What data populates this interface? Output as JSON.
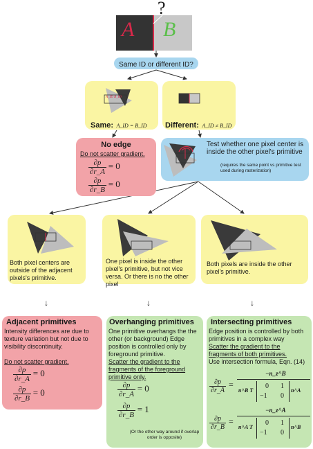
{
  "top": {
    "question_mark": "?",
    "letter_a": "A",
    "letter_b": "B",
    "question": "Same ID or different ID?"
  },
  "same": {
    "label": "Same:",
    "formula": "A_ID = B_ID",
    "tile_a": "A_ID",
    "tile_b": "B_ID"
  },
  "different": {
    "label": "Different:",
    "formula": "A_ID ≠ B_ID"
  },
  "no_edge": {
    "title": "No edge",
    "instruction": "Do not scatter gradient.",
    "eq1_num": "∂p",
    "eq1_den": "∂r_A",
    "eq1_rhs": "= 0",
    "eq2_num": "∂p",
    "eq2_den": "∂r_B",
    "eq2_rhs": "= 0"
  },
  "test": {
    "text": "Test whether one pixel center is inside the other pixel's primitive",
    "note": "(requires the same point vs primitive test used during rasterization)"
  },
  "cases": [
    {
      "caption": "Both pixel centers are outside of the adjacent pixels's primitive."
    },
    {
      "caption": "One pixel is inside the other pixel's primitive, but not vice versa. Or there is no the other pixel"
    },
    {
      "caption": "Both pixels are inside the other pixel's primitive."
    }
  ],
  "arrow_glyph": "↓",
  "adjacent": {
    "title": "Adjacent primitives",
    "body": "Intensity differences are due to texture variation but not due to visibility discontinuity.",
    "instruction": "Do not scatter gradient.",
    "eq1_num": "∂p",
    "eq1_den": "∂r_A",
    "eq1_rhs": "= 0",
    "eq2_num": "∂p",
    "eq2_den": "∂r_B",
    "eq2_rhs": "= 0"
  },
  "overhanging": {
    "title": "Overhanging primitives",
    "body": "One primitive overhangs the the other (or background) Edge position is controlled only by foreground primitive.",
    "instruction": "Scatter the gradient to the fragments of the foreground primitive only.",
    "eq1_num": "∂p",
    "eq1_den": "∂r_A",
    "eq1_rhs": "= 0",
    "eq2_num": "∂p",
    "eq2_den": "∂r_B",
    "eq2_rhs": "= 1",
    "note": "(Or the other way around if overlap order is opposite)"
  },
  "intersecting": {
    "title": "Intersecting primitives",
    "body": "Edge position is controlled by both primitives in a complex way",
    "instruction": "Scatter the gradient to the fragments of both primitives.",
    "formula_ref": "Use intersection formula, Eqn. (14)",
    "eq1_num": "∂p",
    "eq1_den": "∂r_A",
    "eq1_top": "−n_z^B",
    "eq1_left": "n^B T",
    "eq1_right": "n^A",
    "eq2_num": "∂p",
    "eq2_den": "∂r_B",
    "eq2_top": "−n_z^A",
    "eq2_left": "n^A T",
    "eq2_right": "n^B",
    "matrix": [
      "0",
      "1",
      "−1",
      "0"
    ]
  },
  "colors": {
    "yellow": "#faf5a3",
    "red": "#f2a3a8",
    "blue": "#a8d6ef",
    "green": "#c5e6b3",
    "dark_triangle": "#3a3a3a",
    "light_triangle": "#bdbdbd",
    "accent_red": "#d8294a"
  }
}
